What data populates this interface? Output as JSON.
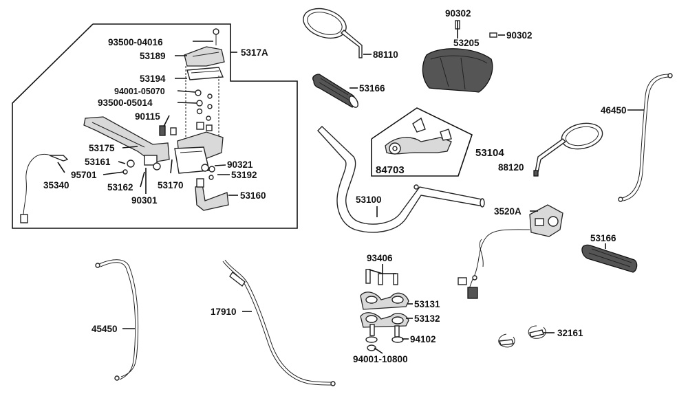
{
  "labels": {
    "p93500_04016": "93500-04016",
    "p53189": "53189",
    "p5317A": "5317A",
    "p53194": "53194",
    "p94001_05070": "94001-05070",
    "p93500_05014": "93500-05014",
    "p90115": "90115",
    "p53175": "53175",
    "p53161": "53161",
    "p95701": "95701",
    "p53162": "53162",
    "p35340": "35340",
    "p53170": "53170",
    "p90301": "90301",
    "p90321": "90321",
    "p53192": "53192",
    "p53160": "53160",
    "p88110": "88110",
    "p53166_top": "53166",
    "p90302_top": "90302",
    "p90302_right": "90302",
    "p53205": "53205",
    "p53104": "53104",
    "p84703": "84703",
    "p46450": "46450",
    "p88120": "88120",
    "p53100": "53100",
    "p3520A": "3520A",
    "p53166_right": "53166",
    "p45450": "45450",
    "p17910": "17910",
    "p93406": "93406",
    "p53131": "53131",
    "p53132": "53132",
    "p94102": "94102",
    "p94001_10800": "94001-10800",
    "p32161": "32161"
  }
}
